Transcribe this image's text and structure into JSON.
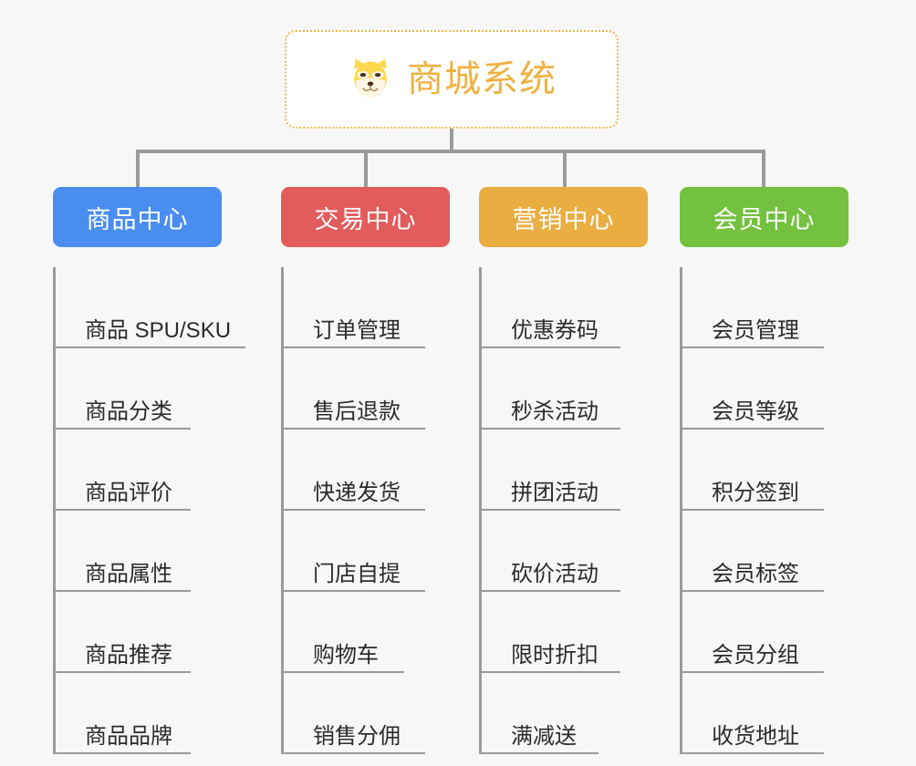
{
  "page": {
    "background_color": "#f7f7f7",
    "type": "mindmap"
  },
  "root": {
    "title": "商城系统",
    "icon": "shiba-dog-face-icon",
    "border_color": "#f0b84a",
    "text_color": "#f0b040",
    "background_color": "#ffffff"
  },
  "connector": {
    "color": "#9a9a9a"
  },
  "branches": [
    {
      "label": "商品中心",
      "color": "#4a8df0",
      "items": [
        "商品 SPU/SKU",
        "商品分类",
        "商品评价",
        "商品属性",
        "商品推荐",
        "商品品牌"
      ]
    },
    {
      "label": "交易中心",
      "color": "#e25c5c",
      "items": [
        "订单管理",
        "售后退款",
        "快递发货",
        "门店自提",
        "购物车",
        "销售分佣"
      ]
    },
    {
      "label": "营销中心",
      "color": "#e9ad41",
      "items": [
        "优惠券码",
        "秒杀活动",
        "拼团活动",
        "砍价活动",
        "限时折扣",
        "满减送"
      ]
    },
    {
      "label": "会员中心",
      "color": "#73c13f",
      "items": [
        "会员管理",
        "会员等级",
        "积分签到",
        "会员标签",
        "会员分组",
        "收货地址"
      ]
    }
  ]
}
